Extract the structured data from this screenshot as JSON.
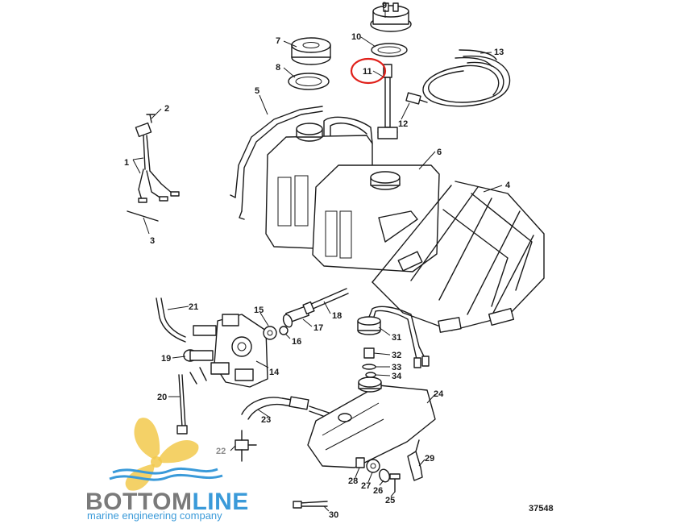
{
  "diagram": {
    "figure_number": "37548",
    "highlighted_part": "11",
    "callouts": [
      "1",
      "2",
      "3",
      "4",
      "5",
      "6",
      "7",
      "8",
      "9",
      "10",
      "11",
      "12",
      "13",
      "14",
      "15",
      "16",
      "17",
      "18",
      "19",
      "20",
      "21",
      "22",
      "23",
      "24",
      "25",
      "26",
      "27",
      "28",
      "29",
      "30",
      "31",
      "32",
      "33",
      "34"
    ]
  },
  "brand": {
    "name_part1": "BOTTOM",
    "name_part2": "LINE",
    "tagline": "marine engineering company",
    "color_dark": "#7a7a7a",
    "color_accent": "#3a9ad9",
    "propeller_color": "#f2c94c"
  },
  "colors": {
    "highlight": "#e0201a",
    "ink": "#1a1a1a"
  }
}
